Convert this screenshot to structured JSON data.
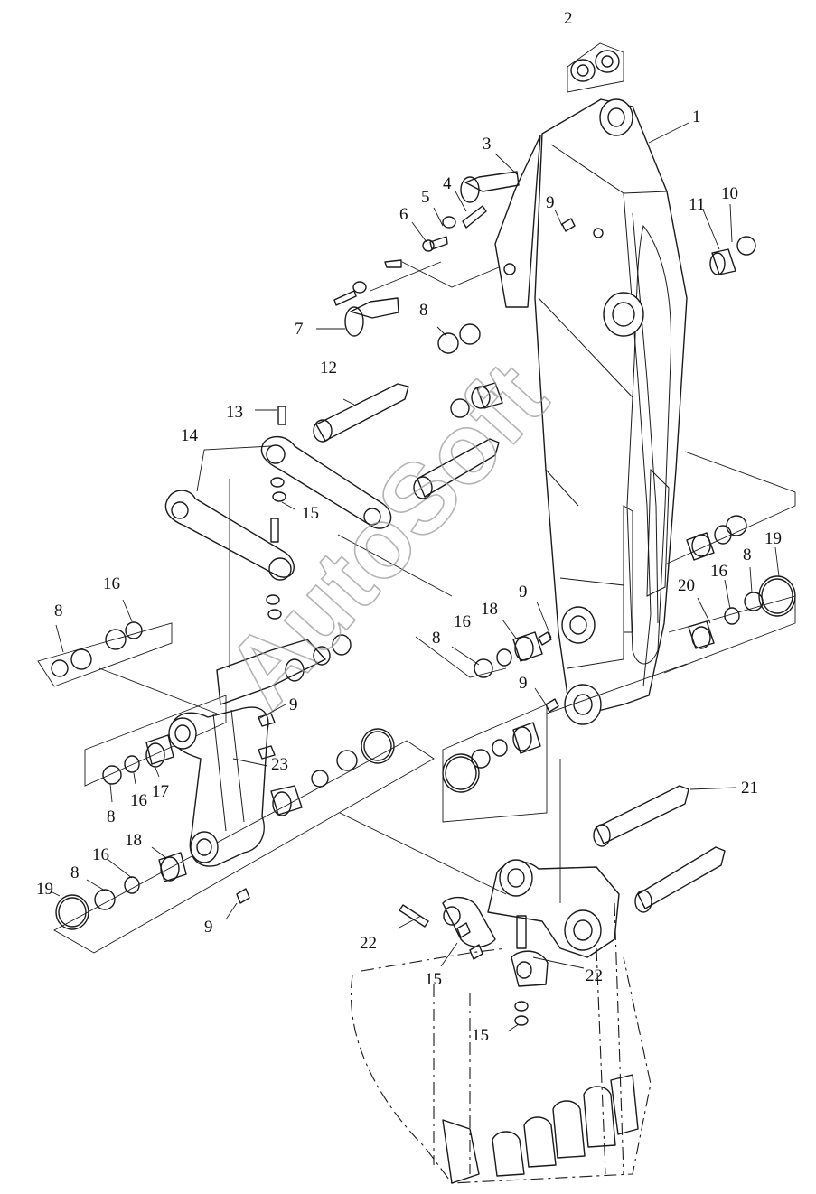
{
  "watermark": "AutoSoft",
  "callouts": {
    "c1": "1",
    "c2": "2",
    "c3": "3",
    "c4": "4",
    "c5": "5",
    "c6": "6",
    "c7": "7",
    "c8a": "8",
    "c8b": "8",
    "c8c": "8",
    "c8d": "8",
    "c8e": "8",
    "c8f": "8",
    "c9a": "9",
    "c9b": "9",
    "c9c": "9",
    "c9d": "9",
    "c9e": "9",
    "c10": "10",
    "c11": "11",
    "c12": "12",
    "c13": "13",
    "c14": "14",
    "c15a": "15",
    "c15b": "15",
    "c15c": "15",
    "c16a": "16",
    "c16b": "16",
    "c16c": "16",
    "c16d": "16",
    "c16e": "16",
    "c17": "17",
    "c18a": "18",
    "c18b": "18",
    "c19a": "19",
    "c19b": "19",
    "c20": "20",
    "c21": "21",
    "c22a": "22",
    "c22b": "22",
    "c23": "23"
  }
}
